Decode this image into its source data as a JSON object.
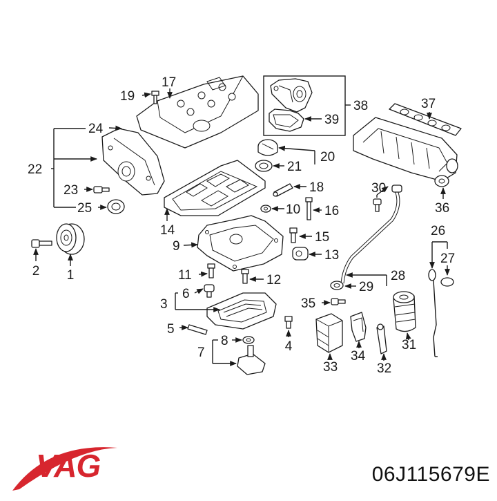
{
  "diagram": {
    "callouts": [
      "1",
      "2",
      "3",
      "4",
      "5",
      "6",
      "7",
      "8",
      "10",
      "11",
      "12",
      "13",
      "14",
      "15",
      "16",
      "17",
      "18",
      "19",
      "20",
      "21",
      "22",
      "23",
      "24",
      "25",
      "26",
      "27",
      "28",
      "29",
      "30",
      "31",
      "32",
      "33",
      "34",
      "35",
      "36",
      "37",
      "38",
      "39",
      "9"
    ]
  },
  "brand": {
    "logo_text": "VAG",
    "logo_color": "#d7262e",
    "swoosh_color": "#d7262e"
  },
  "part_number": "06J115679E"
}
